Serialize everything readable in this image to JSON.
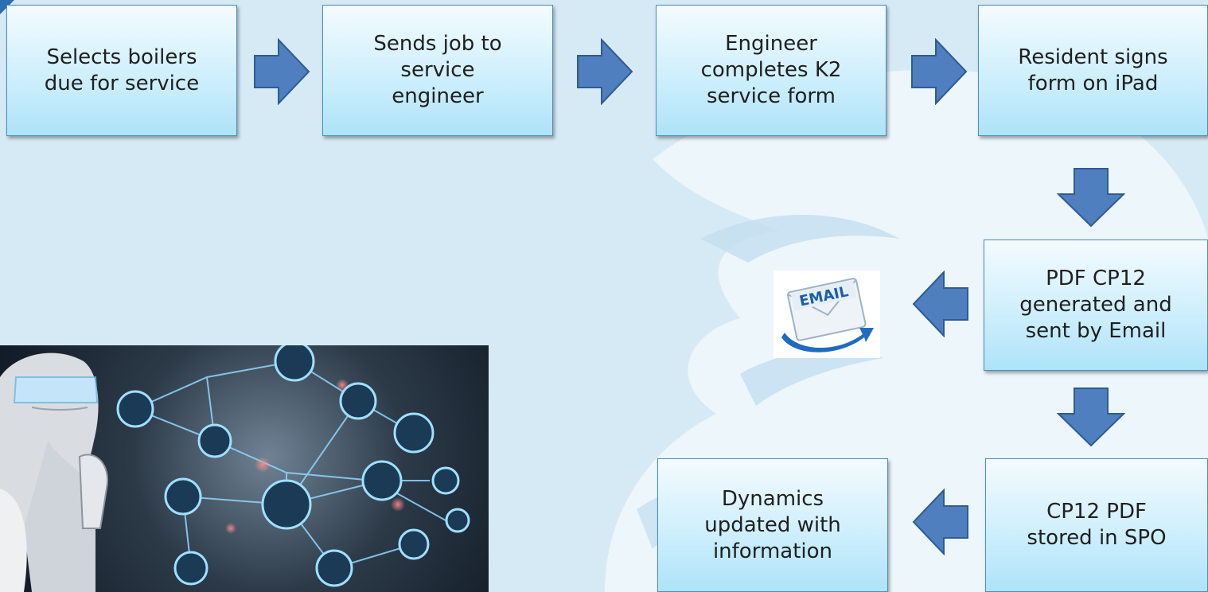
{
  "steps": {
    "select": {
      "lines": [
        "Selects boilers",
        "due for service"
      ]
    },
    "send": {
      "lines": [
        "Sends job to",
        "service",
        "engineer"
      ]
    },
    "complete": {
      "lines": [
        "Engineer",
        "completes K2",
        "service form"
      ]
    },
    "sign": {
      "lines": [
        "Resident signs",
        "form on iPad"
      ]
    },
    "pdf": {
      "lines": [
        "PDF CP12",
        "generated and",
        "sent by Email"
      ]
    },
    "store": {
      "lines": [
        "CP12 PDF",
        "stored in SPO"
      ]
    },
    "dynamics": {
      "lines": [
        "Dynamics",
        "updated with",
        "information"
      ]
    }
  },
  "email_icon": {
    "label": "EMAIL",
    "icon": "email-envelope-icon"
  },
  "colors": {
    "arrow": "#4f7fbf",
    "arrow_border": "#2f5b93",
    "box_border": "#4a8fbd"
  }
}
